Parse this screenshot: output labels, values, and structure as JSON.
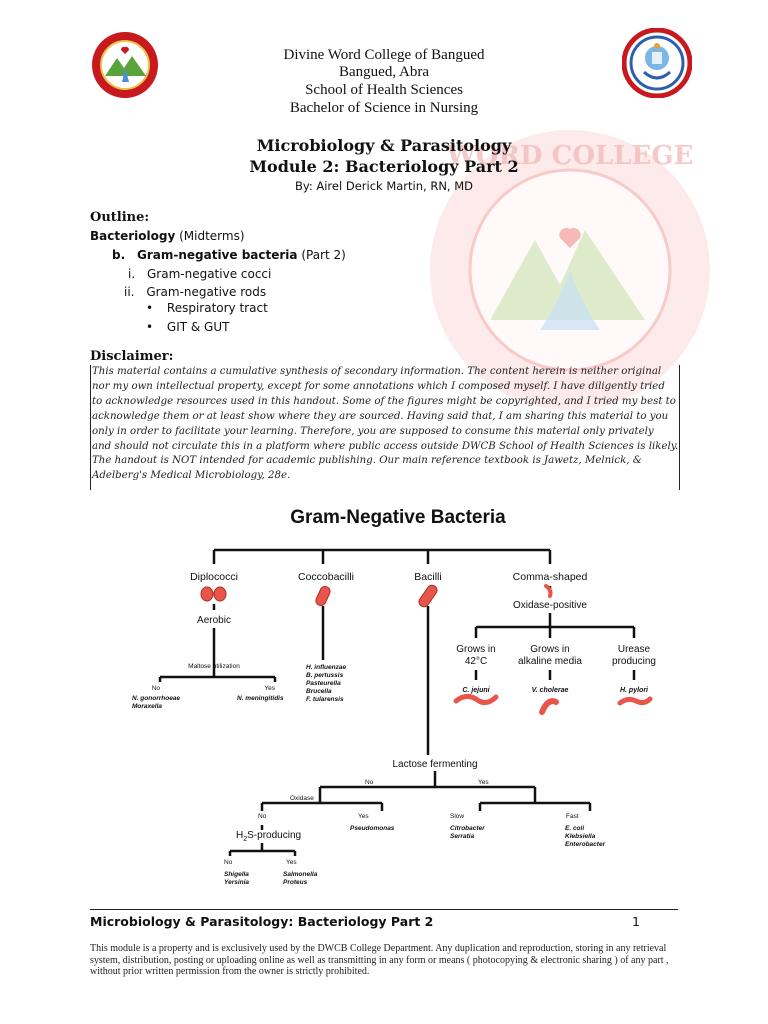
{
  "header": {
    "lines": [
      "Divine Word College of Bangued",
      "Bangued, Abra",
      "School of Health Sciences",
      "Bachelor of Science in Nursing"
    ],
    "left_logo": "dwcb-college-seal",
    "right_logo": "dwcb-nursing-seal"
  },
  "title": {
    "line1": "Microbiology & Parasitology",
    "line2": "Module 2: Bacteriology Part 2",
    "byline": "By: Airel Derick Martin, RN, MD"
  },
  "outline": {
    "heading": "Outline:",
    "section": "Bacteriology",
    "section_paren": " (Midterms)",
    "sub_b_marker": "b.",
    "sub_b": "Gram-negative bacteria",
    "sub_b_paren": " (Part 2)",
    "item_i_marker": "i.",
    "item_i": "Gram-negative cocci",
    "item_ii_marker": "ii.",
    "item_ii": "Gram-negative rods",
    "bullets": [
      "Respiratory tract",
      "GIT & GUT"
    ]
  },
  "disclaimer": {
    "heading": "Disclaimer:",
    "lines": [
      "This material contains a cumulative synthesis of secondary information. The content herein is neither original",
      "nor my own intellectual property, except for some annotations which I composed myself. I have diligently tried",
      "to acknowledge resources used in this handout. Some of the figures might be copyrighted, and I tried my best to",
      "acknowledge them or at least show where they are sourced. Having said that, I am sharing this material to you",
      "only in order to facilitate your learning. Therefore, you are supposed to consume this material only privately",
      "and should not circulate this in a platform where public access outside DWCB School of Health Sciences is likely.",
      "The handout is NOT intended for academic publishing. Our main reference textbook is Jawetz, Melnick, &",
      "Adelberg's Medical Microbiology, 28e."
    ]
  },
  "figure": {
    "title": "Gram-Negative Bacteria",
    "diplococci": "Diplococci",
    "coccobacilli": "Coccobacilli",
    "bacilli": "Bacilli",
    "comma_shaped": "Comma-shaped",
    "aerobic": "Aerobic",
    "maltose": "Maltose utilization",
    "no": "No",
    "yes": "Yes",
    "neisseria_no": [
      "N. gonorrhoeae",
      "Moraxella"
    ],
    "neisseria_yes": [
      "N. meningitidis"
    ],
    "coccobacilli_list": [
      "H. influenzae",
      "B. pertussis",
      "Pasteurella",
      "Brucella",
      "F. tularensis"
    ],
    "oxidase_positive": "Oxidase-positive",
    "grows_42": [
      "Grows in",
      "42°C"
    ],
    "grows_alk": [
      "Grows in",
      "alkaline media"
    ],
    "urease": [
      "Urease",
      "producing"
    ],
    "c_jejuni": "C. jejuni",
    "v_cholerae": "V. cholerae",
    "h_pylori": "H. pylori",
    "lactose": "Lactose fermenting",
    "oxidase": "Oxidase",
    "slow": "Slow",
    "fast": "Fast",
    "pseudomonas": "Pseudomonas",
    "slow_list": [
      "Citrobacter",
      "Serratia"
    ],
    "fast_list": [
      "E. coli",
      "Klebsiella",
      "Enterobacter"
    ],
    "h2s": "H",
    "h2s_sub": "2",
    "h2s_rest": "S-producing",
    "h2s_no_list": [
      "Shigella",
      "Yersinia"
    ],
    "h2s_yes_list": [
      "Salmonella",
      "Proteus"
    ],
    "colors": {
      "organism": "#e8564b",
      "organism_outline": "#b02a22",
      "line": "#111111"
    }
  },
  "footer": {
    "title": "Microbiology & Parasitology: Bacteriology Part 2",
    "page": "1",
    "note_lines": [
      "This module is a property and is exclusively used by the DWCB College Department. Any duplication and reproduction, storing in any retrieval",
      "system, distribution, posting or uploading online as well as transmitting in any form or means ( photocopying & electronic sharing ) of any part ,",
      "without prior written permission from the owner is strictly prohibited."
    ]
  }
}
